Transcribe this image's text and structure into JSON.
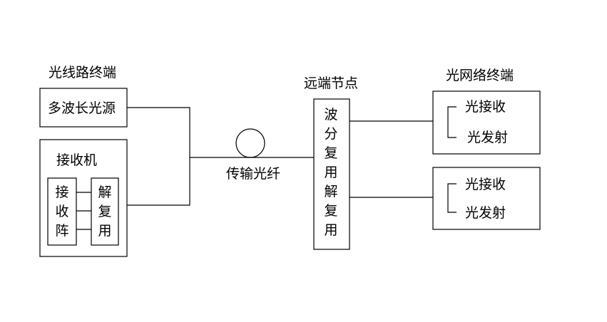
{
  "olt": {
    "label": "光线路终端",
    "source": "多波长光源",
    "receiver": "接收机",
    "array": "接收阵",
    "demux": "解复用"
  },
  "fiber": {
    "label": "传输光纤"
  },
  "remote_node": {
    "label": "远端节点",
    "wdm": "波分复用解复用"
  },
  "onu": {
    "label": "光网络终端",
    "units": [
      {
        "rx": "光接收",
        "tx": "光发射"
      },
      {
        "rx": "光接收",
        "tx": "光发射"
      }
    ]
  }
}
